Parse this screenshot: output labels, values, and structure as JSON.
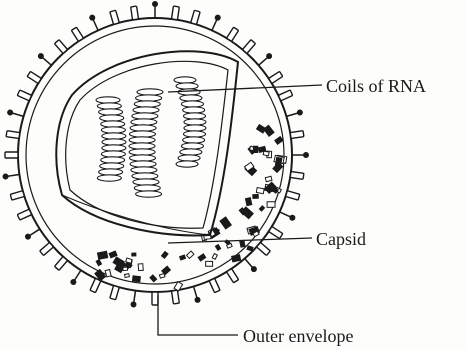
{
  "labels": {
    "rna": "Coils of RNA",
    "capsid": "Capsid",
    "envelope": "Outer envelope"
  },
  "colors": {
    "ink": "#1a1a1a",
    "background": "#fdfdfb"
  }
}
